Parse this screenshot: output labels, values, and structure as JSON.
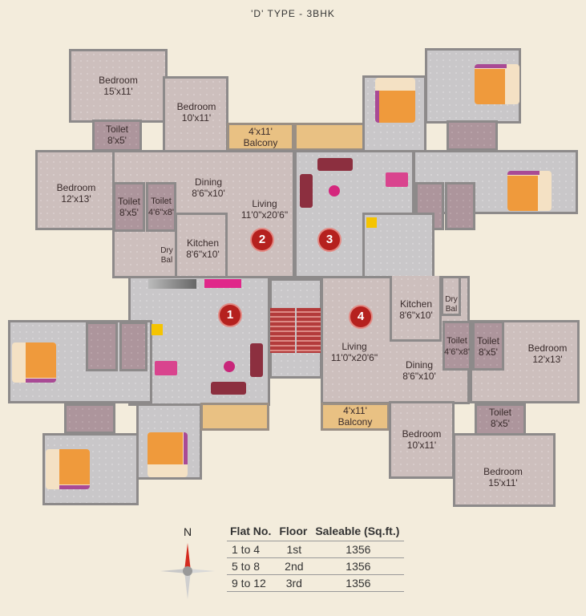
{
  "title": "'D' TYPE - 3BHK",
  "flats": [
    {
      "number": "1",
      "badge_color": "#b5211e"
    },
    {
      "number": "2",
      "badge_color": "#b5211e"
    },
    {
      "number": "3",
      "badge_color": "#b5211e"
    },
    {
      "number": "4",
      "badge_color": "#b5211e"
    }
  ],
  "flat2_rooms": {
    "bedroom1": {
      "name": "Bedroom",
      "size": "15'x11'"
    },
    "bedroom2": {
      "name": "Bedroom",
      "size": "10'x11'"
    },
    "bedroom3": {
      "name": "Bedroom",
      "size": "12'x13'"
    },
    "toilet1": {
      "name": "Toilet",
      "size": "8'x5'"
    },
    "toilet2": {
      "name": "Toilet",
      "size": "8'x5'"
    },
    "toilet3": {
      "name": "Toilet",
      "size": "4'6\"x8'"
    },
    "balcony": {
      "name": "Balcony",
      "size": "4'x11'"
    },
    "dining": {
      "name": "Dining",
      "size": "8'6\"x10'"
    },
    "living": {
      "name": "Living",
      "size": "11'0\"x20'6\""
    },
    "kitchen": {
      "name": "Kitchen",
      "size": "8'6\"x10'"
    },
    "drybal": {
      "name": "Dry\nBal"
    }
  },
  "flat4_rooms": {
    "kitchen": {
      "name": "Kitchen",
      "size": "8'6\"x10'"
    },
    "drybal": {
      "name": "Dry\nBal"
    },
    "living": {
      "name": "Living",
      "size": "11'0\"x20'6\""
    },
    "dining": {
      "name": "Dining",
      "size": "8'6\"x10'"
    },
    "toilet1": {
      "name": "Toilet",
      "size": "4'6\"x8'"
    },
    "toilet2": {
      "name": "Toilet",
      "size": "8'x5'"
    },
    "bedroom1": {
      "name": "Bedroom",
      "size": "12'x13'"
    },
    "balcony": {
      "name": "Balcony",
      "size": "4'x11'"
    },
    "bedroom2": {
      "name": "Bedroom",
      "size": "10'x11'"
    },
    "toilet3": {
      "name": "Toilet",
      "size": "8'x5'"
    },
    "bedroom3": {
      "name": "Bedroom",
      "size": "15'x11'"
    }
  },
  "compass": {
    "label": "N",
    "needle_color": "#d42a1e"
  },
  "area_table": {
    "headers": [
      "Flat No.",
      "Floor",
      "Saleable (Sq.ft.)"
    ],
    "rows": [
      [
        "1 to 4",
        "1st",
        "1356"
      ],
      [
        "5 to 8",
        "2nd",
        "1356"
      ],
      [
        "9 to 12",
        "3rd",
        "1356"
      ]
    ]
  },
  "colors": {
    "background": "#f3ecdc",
    "room_pink": "#cdbfbd",
    "room_grey": "#c9c7c9",
    "toilet": "#ad959c",
    "balcony": "#e9c183",
    "bed_cover": "#ef9a3c",
    "stairs": "#b33b3b"
  }
}
